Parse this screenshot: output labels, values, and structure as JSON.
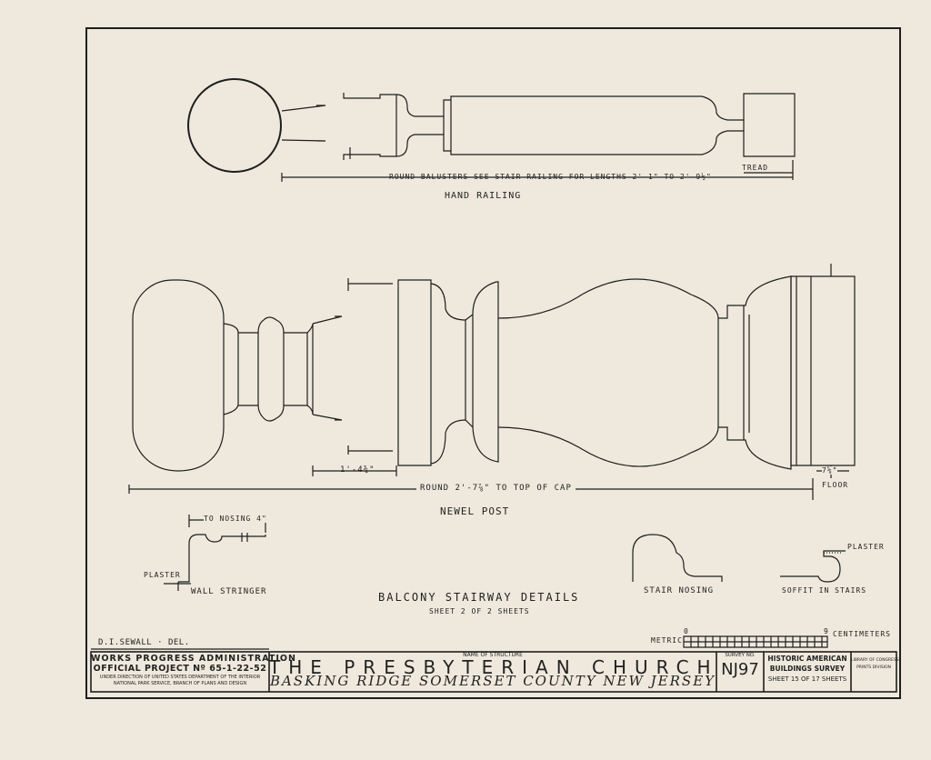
{
  "hand_railing": {
    "title": "HAND RAILING",
    "balusters_note": "ROUND BALUSTERS   SEE STAIR RAILING FOR LENGTHS   2'-1\" TO 2'-9½\"",
    "tread": "TREAD"
  },
  "newel_post": {
    "title": "NEWEL POST",
    "dim_small": "1'-4¾\"",
    "dim_note": "ROUND   2'-7⅞\" TO TOP OF CAP",
    "dim_right": "7⅝\"",
    "floor": "FLOOR"
  },
  "details": {
    "nosing_dim": "TO NOSING 4\"",
    "plaster_left": "PLASTER",
    "wall_stringer": "WALL STRINGER",
    "stair_nosing": "STAIR NOSING",
    "plaster_right": "PLASTER",
    "soffit": "SOFFIT IN STAIRS"
  },
  "sheet_title": "BALCONY STAIRWAY DETAILS",
  "sheet_sub": "SHEET 2 OF 2 SHEETS",
  "scale": {
    "metric": "METRIC",
    "start": "0",
    "end": "9",
    "unit": "CENTIMETERS"
  },
  "delineator": "D.I.SEWALL · DEL.",
  "title_block": {
    "wpa_line1": "WORKS PROGRESS ADMINISTRATION",
    "wpa_line2": "OFFICIAL PROJECT Nº 65-1-22-52",
    "wpa_line3": "UNDER DIRECTION OF UNITED STATES DEPARTMENT OF THE INTERIOR",
    "wpa_line4": "NATIONAL PARK SERVICE, BRANCH OF PLANS AND DESIGN",
    "name_caption": "NAME OF STRUCTURE",
    "name": "THE PRESBYTERIAN CHURCH",
    "location": "BASKING RIDGE  SOMERSET COUNTY  NEW JERSEY",
    "survey_caption": "SURVEY NO.",
    "survey_no": "NJ97",
    "habs_line1": "HISTORIC AMERICAN",
    "habs_line2": "BUILDINGS SURVEY",
    "sheet_no": "SHEET 15 OF 17 SHEETS",
    "loc_line1": "LIBRARY OF CONGRESS",
    "loc_line2": "PRINTS DIVISION"
  }
}
